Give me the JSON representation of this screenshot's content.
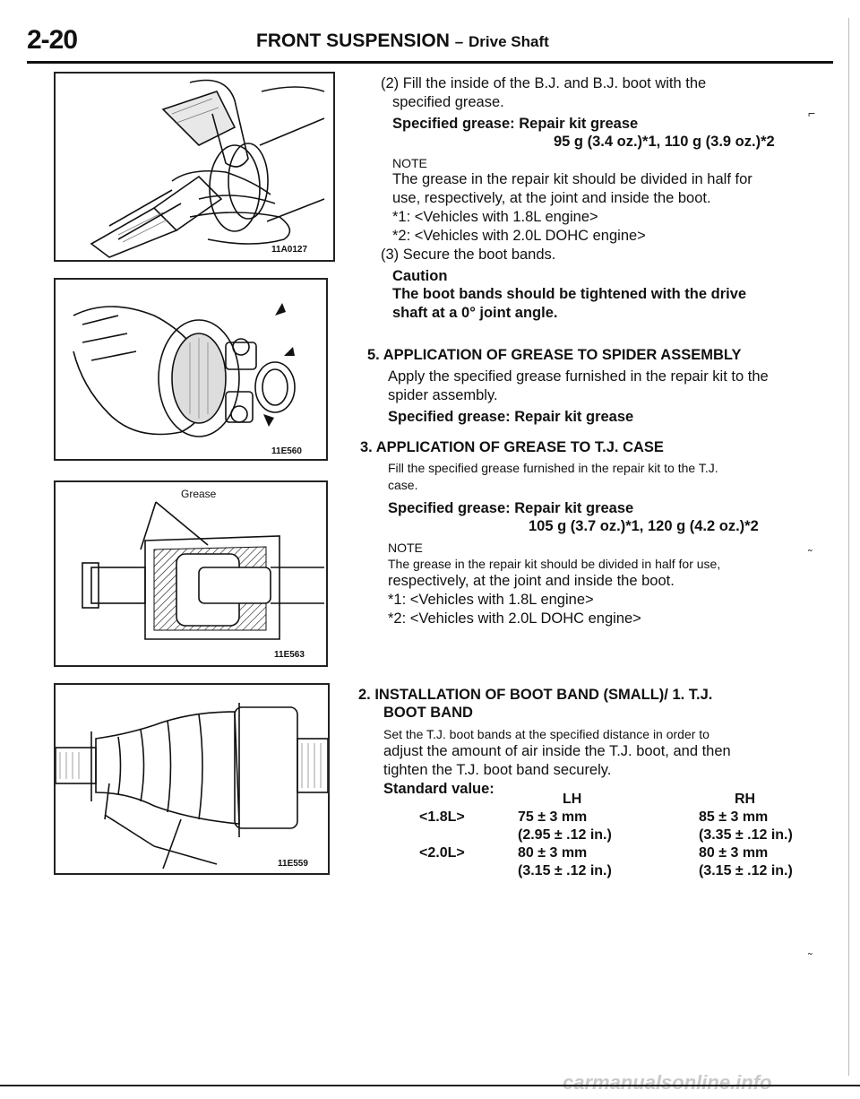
{
  "header": {
    "page_number": "2-20",
    "section": "FRONT SUSPENSION",
    "dash": "–",
    "subsection": "Drive Shaft"
  },
  "figures": {
    "fig1_code": "11A0127",
    "fig2_code": "11E560",
    "fig3_code": "11E563",
    "fig3_label": "Grease",
    "fig4_code": "11E559"
  },
  "step_2": {
    "line1": "(2)  Fill  the  inside  of  the  B.J.  and  B.J.  boot  with  the",
    "line2": "specified grease.",
    "spec_label": "Specified grease: Repair kit grease",
    "spec_values": "95 g (3.4 oz.)*1, 110 g (3.9 oz.)*2",
    "note_label": "NOTE",
    "note_line1": "The grease in the repair kit should be divided in half for",
    "note_line2": "use, respectively, at the joint and inside the boot.",
    "foot1": "*1: <Vehicles with 1.8L engine>",
    "foot2": "*2: <Vehicles with 2.0L DOHC engine>"
  },
  "step_3": {
    "text": "(3) Secure the boot bands.",
    "caution_label": "Caution",
    "caution_line1": "The boot bands should be tightened with the drive",
    "caution_line2": "shaft at a 0° joint angle."
  },
  "section_5": {
    "heading": "5. APPLICATION OF GREASE TO SPIDER ASSEMBLY",
    "line1": "Apply the specified grease furnished in the repair kit to the",
    "line2": "spider assembly.",
    "spec": "Specified grease: Repair kit grease"
  },
  "section_3": {
    "heading": "3. APPLICATION OF GREASE TO T.J. CASE",
    "line1": "Fill the specified grease furnished in the repair kit to the T.J.",
    "line2": "case.",
    "spec_label": "Specified grease: Repair kit grease",
    "spec_values": "105 g (3.7 oz.)*1, 120 g (4.2 oz.)*2",
    "note_label": "NOTE",
    "note_line1": "The grease in the repair kit should be divided in half for use,",
    "note_line2": "respectively, at the joint and inside the boot.",
    "foot1": "*1: <Vehicles with 1.8L engine>",
    "foot2": "*2: <Vehicles with 2.0L DOHC engine>"
  },
  "section_2": {
    "heading_line1": "2.  INSTALLATION  OF  BOOT  BAND  (SMALL)/  1.  T.J.",
    "heading_line2": "BOOT BAND",
    "line1": "Set the T.J. boot bands at the specified distance in order to",
    "line2": "adjust the amount of air inside the T.J. boot, and then",
    "line3": "tighten the T.J. boot band securely.",
    "std_label": "Standard value:",
    "col_lh": "LH",
    "col_rh": "RH",
    "rows": [
      {
        "engine": "<1.8L>",
        "lh1": "75 ± 3 mm",
        "rh1": "85 ± 3 mm",
        "lh2": "(2.95 ± .12 in.)",
        "rh2": "(3.35 ± .12 in.)"
      },
      {
        "engine": "<2.0L>",
        "lh1": "80 ± 3 mm",
        "rh1": "80 ± 3 mm",
        "lh2": "(3.15 ± .12 in.)",
        "rh2": "(3.15 ± .12 in.)"
      }
    ]
  },
  "footer": {
    "watermark": "carmanualsonline.info"
  }
}
